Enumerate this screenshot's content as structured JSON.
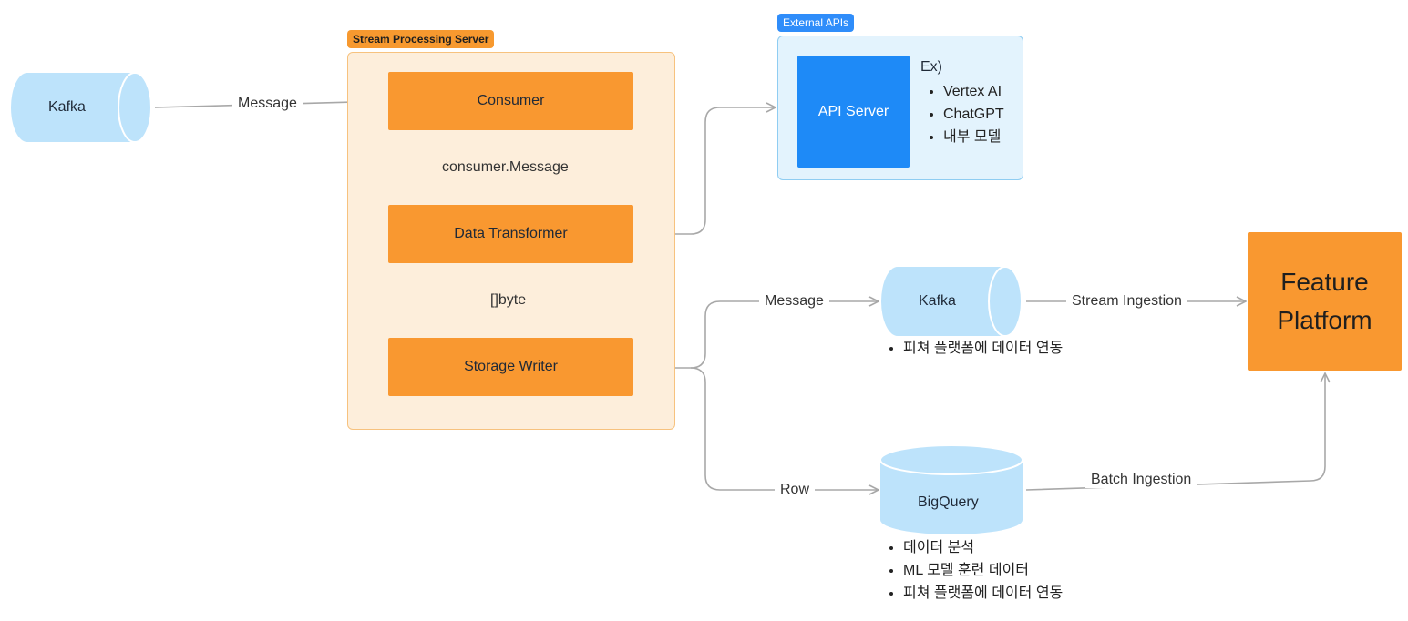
{
  "groups": {
    "stream_server": "Stream Processing Server",
    "external_apis": "External APIs"
  },
  "source_kafka": "Kafka",
  "edge_labels": {
    "kafka_to_consumer": "Message",
    "consumer_to_transformer": "consumer.Message",
    "transformer_to_writer": "[]byte",
    "writer_to_kafka": "Message",
    "writer_to_bigquery": "Row",
    "kafka_to_feature": "Stream Ingestion",
    "bigquery_to_feature": "Batch Ingestion"
  },
  "components": {
    "consumer": "Consumer",
    "transformer": "Data Transformer",
    "writer": "Storage Writer",
    "api_server": "API Server"
  },
  "api_examples": {
    "title": "Ex)",
    "items": [
      "Vertex AI",
      "ChatGPT",
      "내부 모델"
    ]
  },
  "sink_kafka": {
    "label": "Kafka",
    "notes": [
      "피쳐 플랫폼에 데이터 연동"
    ]
  },
  "bigquery": {
    "label": "BigQuery",
    "notes": [
      "데이터 분석",
      "ML 모델 훈련 데이터",
      "피쳐 플랫폼에 데이터 연동"
    ]
  },
  "feature_platform": {
    "line1": "Feature",
    "line2": "Platform"
  },
  "colors": {
    "orange": "#f99830",
    "blue": "#1e8af7",
    "cylinder": "#bde3fb",
    "line": "#a8a8a8"
  }
}
